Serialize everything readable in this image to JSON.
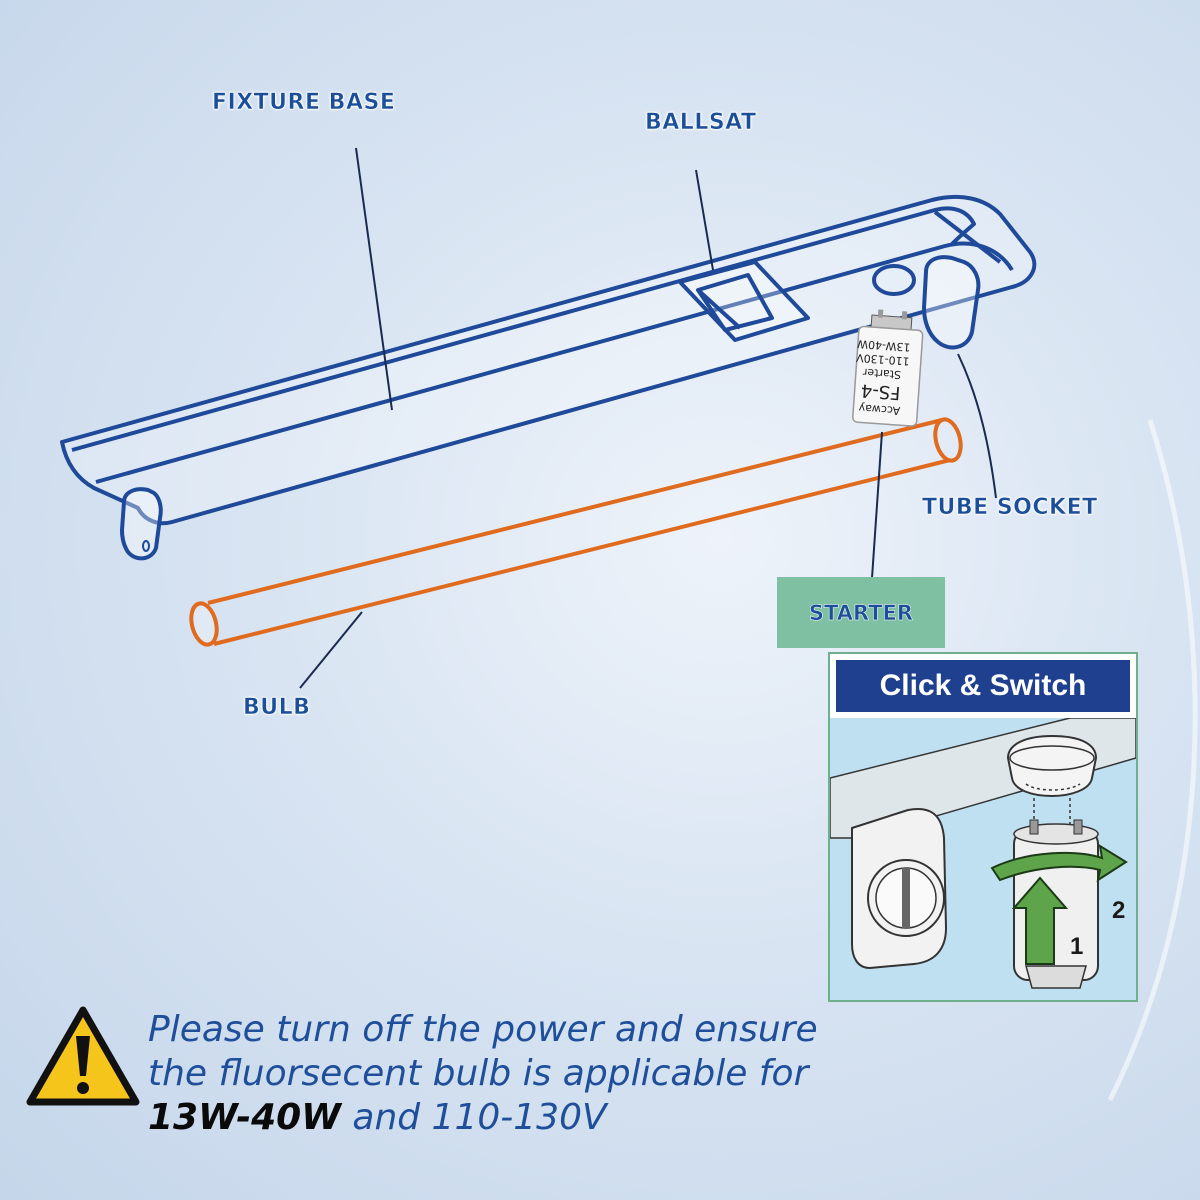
{
  "labels": {
    "fixture_base": "FIXTURE BASE",
    "ballast": "BALLSAT",
    "tube_socket": "TUBE SOCKET",
    "starter": "STARTER",
    "bulb": "BULB"
  },
  "starter_part": {
    "brand": "Accway",
    "model": "FS-4",
    "type": "Starter",
    "voltage": "110-130V",
    "wattage": "13W-40W"
  },
  "inset": {
    "title": "Click & Switch",
    "step1": "1",
    "step2": "2"
  },
  "note": {
    "line1": "Please turn off the power and ensure",
    "line2": "the fluorsecent  bulb is applicable for",
    "highlight": "13W-40W",
    "line3_rest": " and 110-130V"
  },
  "colors": {
    "fixture_outline": "#1f4a9a",
    "bulb_outline": "#e06a1e",
    "label_text": "#1c4f9a",
    "starter_box": "#7fc0a3",
    "inset_header": "#1f3f8f",
    "warning_fill": "#f6c51c"
  },
  "icons": {
    "warning": "warning-triangle-icon"
  }
}
